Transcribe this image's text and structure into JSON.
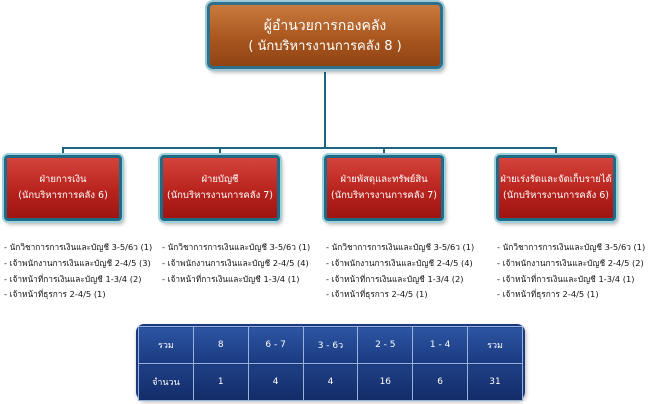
{
  "director": {
    "title": "ผู้อำนวยการกองคลัง",
    "subtitle": "( นักบริหารงานการคลัง 8 )"
  },
  "departments": [
    {
      "name": "ฝ่ายการเงิน",
      "head": "(นักบริหารการคลัง 6)",
      "staff": [
        "- นักวิชาการการเงินและบัญชี 3-5/6ว (1)",
        "- เจ้าพนักงานการเงินและบัญชี 2-4/5 (3)",
        "- เจ้าหน้าที่การเงินและบัญชี 1-3/4 (2)",
        "- เจ้าหน้าที่ธุรการ  2-4/5 (1)"
      ]
    },
    {
      "name": "ฝ่ายบัญชี",
      "head": "(นักบริหารงานการคลัง 7)",
      "staff": [
        "- นักวิชาการการเงินและบัญชี 3-5/6ว (1)",
        "- เจ้าพนักงานการเงินและบัญชี 2-4/5 (4)",
        "- เจ้าหน้าที่การเงินและบัญชี 1-3/4 (1)"
      ]
    },
    {
      "name": "ฝ่ายพัสดุและทรัพย์สิน",
      "head": "(นักบริหารงานการคลัง 7)",
      "staff": [
        "- นักวิชาการการเงินและบัญชี 3-5/6ว (1)",
        "- เจ้าพนักงานการเงินและบัญชี 2-4/5 (4)",
        "- เจ้าหน้าที่การเงินและบัญชี 1-3/4 (2)",
        "- เจ้าหน้าที่ธุรการ  2-4/5 (1)"
      ]
    },
    {
      "name": "ฝ่ายเร่งรัดและจัดเก็บรายได้",
      "head": "(นักบริหารงานการคลัง 6)",
      "staff": [
        "- นักวิชาการการเงินและบัญชี 3-5/6ว (1)",
        "- เจ้าพนักงานการเงินและบัญชี 2-4/5 (2)",
        "- เจ้าหน้าที่การเงินและบัญชี 1-3/4 (1)",
        "- เจ้าหน้าที่ธุรการ  2-4/5 (1)"
      ]
    }
  ],
  "summary": {
    "row1": [
      "รวม",
      "8",
      "6 - 7",
      "3 - 6ว",
      "2 - 5",
      "1 - 4",
      "รวม"
    ],
    "row2": [
      "จำนวน",
      "1",
      "4",
      "4",
      "16",
      "6",
      "31"
    ]
  }
}
